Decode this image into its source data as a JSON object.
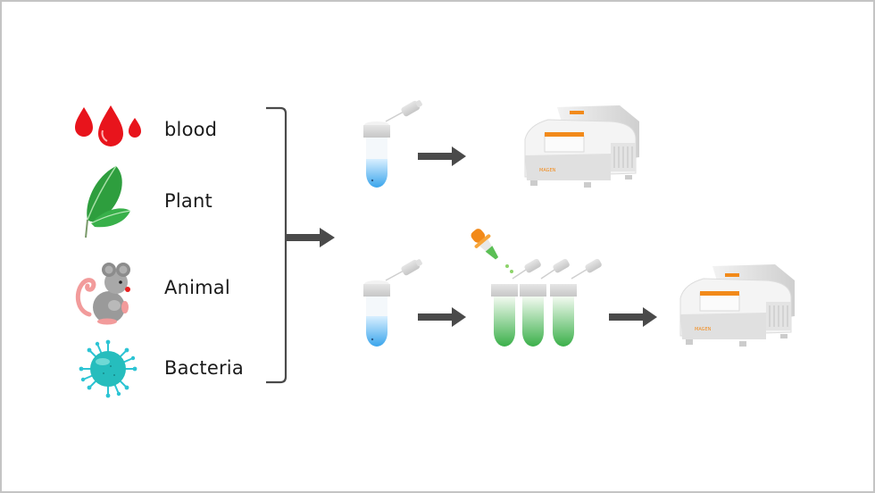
{
  "sources": [
    {
      "label": "blood",
      "icon": "blood-drops-icon"
    },
    {
      "label": "Plant",
      "icon": "leaf-icon"
    },
    {
      "label": "Animal",
      "icon": "mouse-icon"
    },
    {
      "label": "Bacteria",
      "icon": "bacteria-icon"
    }
  ],
  "workflow": {
    "row1": [
      "sample-tube",
      "arrow",
      "pcr-machine"
    ],
    "row2": [
      "sample-tube",
      "arrow",
      "dropper-and-three-green-tubes",
      "arrow",
      "pcr-machine"
    ]
  },
  "machine_logo_text": "MAGEN",
  "colors": {
    "arrow": "#4a4a4a",
    "bracket": "#4a4a4a",
    "blood": "#e8141c",
    "leaf": "#2e9e3e",
    "liquid_blue": "#3aa5ec",
    "liquid_green": "#3bb04a",
    "machine_accent": "#f28a1a",
    "bacteria": "#2cc4c4"
  }
}
